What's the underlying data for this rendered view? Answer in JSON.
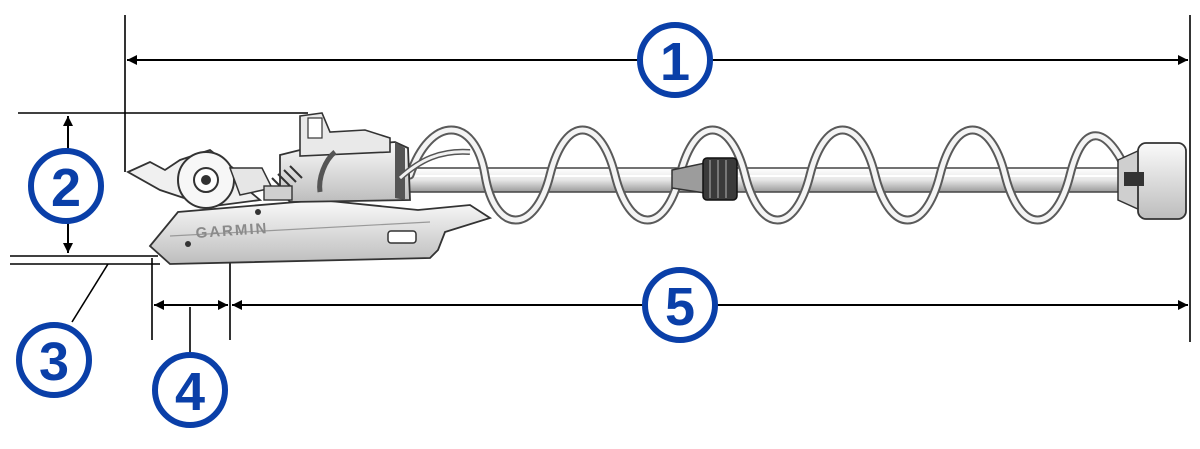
{
  "colors": {
    "callout": "#0a3fa8",
    "line": "#000000",
    "body_light": "#f2f2f2",
    "body_mid": "#c9c9c9",
    "body_dark": "#8e8e8e"
  },
  "product": {
    "logo": "GARMIN"
  },
  "callouts": [
    {
      "id": "1",
      "label": "1"
    },
    {
      "id": "2",
      "label": "2"
    },
    {
      "id": "3",
      "label": "3"
    },
    {
      "id": "4",
      "label": "4"
    },
    {
      "id": "5",
      "label": "5"
    }
  ]
}
